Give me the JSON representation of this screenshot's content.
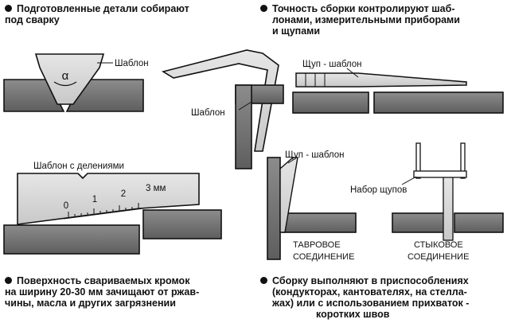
{
  "notes": {
    "top_left": [
      "Подготовленные детали собирают",
      "под сварку"
    ],
    "top_right": [
      "Точность сборки контролируют шаб-",
      "лонами, измерительными приборами",
      "и щупами"
    ],
    "bottom_left": [
      "Поверхность свариваемых кромок",
      "на ширину 20-30 мм зачищают от ржав-",
      "чины, масла и других загрязнении"
    ],
    "bottom_right": [
      "Сборку выполняют в приспособлениях",
      "(кондукторах, кантователях, на стелла-",
      "жах) или с использованием прихваток -",
      "коротких швов"
    ]
  },
  "labels": {
    "template": "Шаблон",
    "template_corner": "Шаблон",
    "angle": "α",
    "gauge_template_top": "Щуп - шаблон",
    "graduated_template": "Шаблон с делениями",
    "scale_0": "0",
    "scale_1": "1",
    "scale_2": "2",
    "scale_3": "3 мм",
    "gauge_template_tee": "Щуп - шаблон",
    "feeler_set": "Набор щупов",
    "tee_joint": [
      "ТАВРОВОЕ",
      "СОЕДИНЕНИЕ"
    ],
    "butt_joint": [
      "СТЫКОВОЕ",
      "СОЕДИНЕНИЕ"
    ]
  }
}
